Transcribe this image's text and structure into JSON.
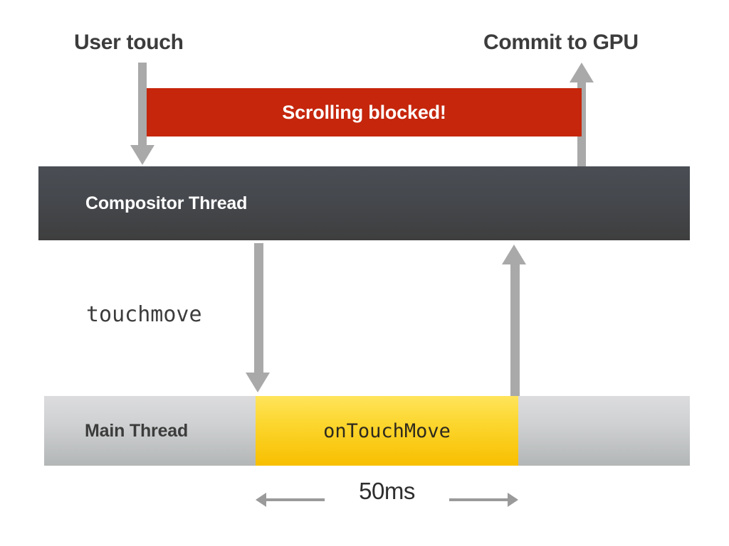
{
  "diagram": {
    "title_labels": {
      "user_touch": "User touch",
      "commit_to_gpu": "Commit to GPU"
    },
    "banner": {
      "label": "Scrolling blocked!",
      "color": "#c5260c",
      "text_color": "#ffffff"
    },
    "threads": [
      {
        "id": "compositor",
        "label": "Compositor Thread",
        "color": "#45484d",
        "text_color": "#ffffff"
      },
      {
        "id": "main",
        "label": "Main Thread",
        "color": "#cfd1d2",
        "text_color": "#3c3c3c"
      }
    ],
    "task_block": {
      "label": "onTouchMove",
      "color": "#fcd730",
      "text_color": "#2e2a1e"
    },
    "event_caption": "touchmove",
    "measure": {
      "label": "50ms",
      "color": "#9a9a9a"
    },
    "arrows": {
      "user_touch_down": "arrow-down",
      "commit_up": "arrow-up",
      "touchmove_down": "arrow-down",
      "return_up": "arrow-up",
      "color": "#a9a9a9"
    }
  }
}
